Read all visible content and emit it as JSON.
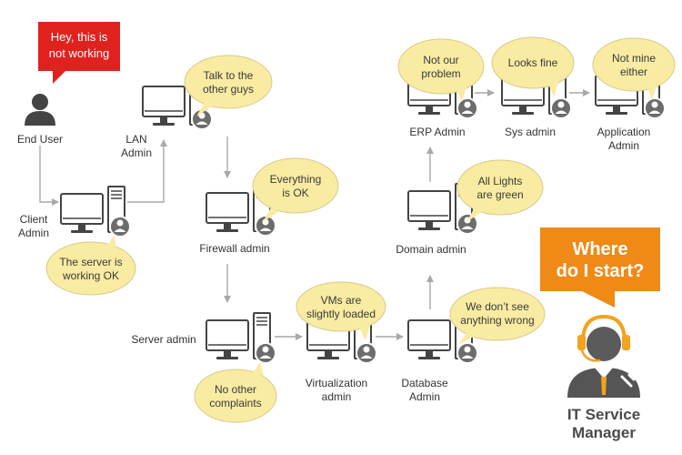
{
  "colors": {
    "bubble": "#f9eba2",
    "bubble_stroke": "#d9c98a",
    "red_callout": "#e0221e",
    "orange_callout": "#ef8a16",
    "arrow": "#a9a9a9",
    "icon_dark": "#6c6c6c",
    "headset": "#f2a31f"
  },
  "end_user": {
    "label": "End User",
    "callout": [
      "Hey, this is",
      "not working"
    ]
  },
  "nodes": {
    "client": {
      "label": [
        "Client",
        "Admin"
      ],
      "bubble": [
        "The server is",
        "working OK"
      ]
    },
    "lan": {
      "label": [
        "LAN",
        "Admin"
      ],
      "bubble": [
        "Talk to the",
        "other guys"
      ]
    },
    "firewall": {
      "label": [
        "Firewall admin"
      ],
      "bubble": [
        "Everything",
        "is OK"
      ]
    },
    "server": {
      "label": [
        "Server admin"
      ],
      "bubble": [
        "No other",
        "complaints"
      ]
    },
    "virtualization": {
      "label": [
        "Virtualization",
        "admin"
      ],
      "bubble": [
        "VMs are",
        "slightly loaded"
      ]
    },
    "database": {
      "label": [
        "Database",
        "Admin"
      ],
      "bubble": [
        "We don’t see",
        "anything wrong"
      ]
    },
    "domain": {
      "label": [
        "Domain admin"
      ],
      "bubble": [
        "All Lights",
        "are green"
      ]
    },
    "erp": {
      "label": [
        "ERP Admin"
      ],
      "bubble": [
        "Not our",
        "problem"
      ]
    },
    "sys": {
      "label": [
        "Sys admin"
      ],
      "bubble": [
        "Looks fine"
      ]
    },
    "application": {
      "label": [
        "Application",
        "Admin"
      ],
      "bubble": [
        "Not mine",
        "either"
      ]
    }
  },
  "manager": {
    "callout": [
      "Where",
      "do I start?"
    ],
    "label": [
      "IT Service",
      "Manager"
    ]
  }
}
